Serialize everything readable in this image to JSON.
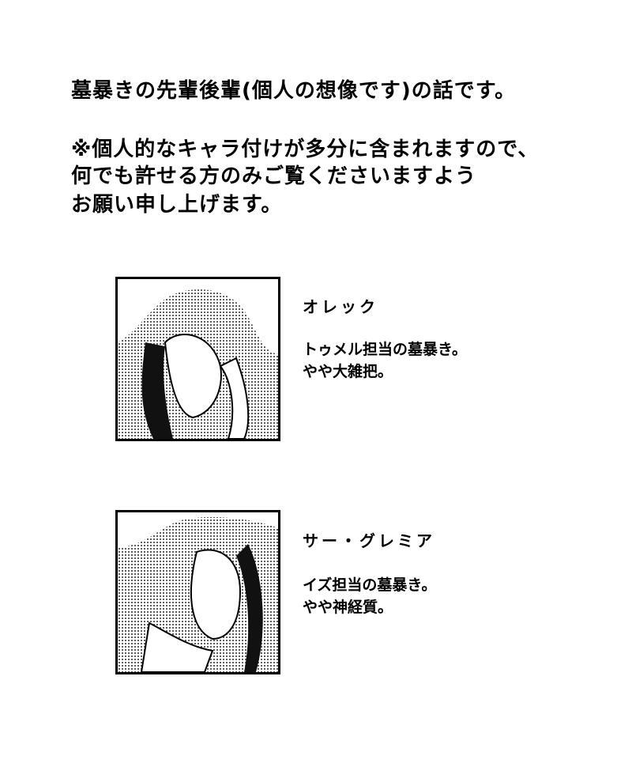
{
  "intro": {
    "line1": "墓暴きの先輩後輩(個人の想像です)の話です。",
    "line2": "※個人的なキャラ付けが多分に含まれますので、",
    "line3": "何でも許せる方のみご覧くださいますよう",
    "line4": "お願い申し上げます。"
  },
  "characters": [
    {
      "name": "オレック",
      "desc1": "トゥメル担当の墓暴き。",
      "desc2": "やや大雑把。"
    },
    {
      "name": "サー・グレミア",
      "desc1": "イズ担当の墓暴き。",
      "desc2": "やや神経質。"
    }
  ]
}
